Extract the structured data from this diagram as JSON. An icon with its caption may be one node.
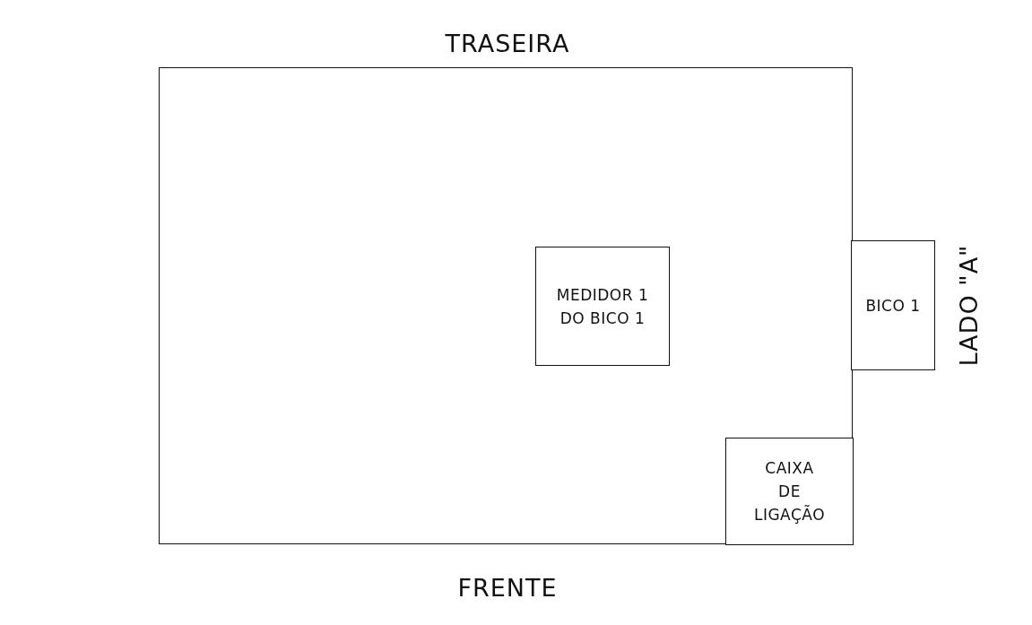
{
  "diagram": {
    "nodes": [
      {
        "text": [],
        "shape": "box"
      },
      {
        "text": [
          "MEDIDOR 1 DO BICO 1"
        ],
        "in": 0
      },
      {
        "text": [
          "BICO 1"
        ]
      },
      {
        "text": [
          "CAIXA DE LIGAÇÃO"
        ],
        "in": 0
      }
    ],
    "labels": [
      "TRASEIRA",
      "LADO \"A\"",
      "FRENTE"
    ]
  }
}
